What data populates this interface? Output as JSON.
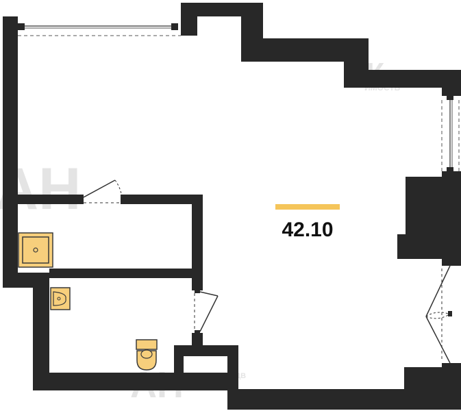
{
  "floor_plan": {
    "area_label": "42.10",
    "colors": {
      "wall": "#282828",
      "fixture_fill": "#f7cf7c",
      "fixture_stroke": "#3a3a3a",
      "accent_bar": "#f5c55a",
      "watermark": "#e2e2e2"
    },
    "watermarks": [
      {
        "name": "watermark-logo-top",
        "text": "ЕК"
      },
      {
        "name": "watermark-subtitle-top",
        "text": "ИМОСТЬ"
      },
      {
        "name": "watermark-logo-left",
        "text": "АН"
      },
      {
        "name": "watermark-logo-bottom",
        "text": "АН"
      },
      {
        "name": "watermark-subtitle-bottom",
        "text": "НЕДВ"
      }
    ],
    "fixture_icons": [
      "shower-tray-icon",
      "sink-icon",
      "toilet-icon"
    ]
  }
}
